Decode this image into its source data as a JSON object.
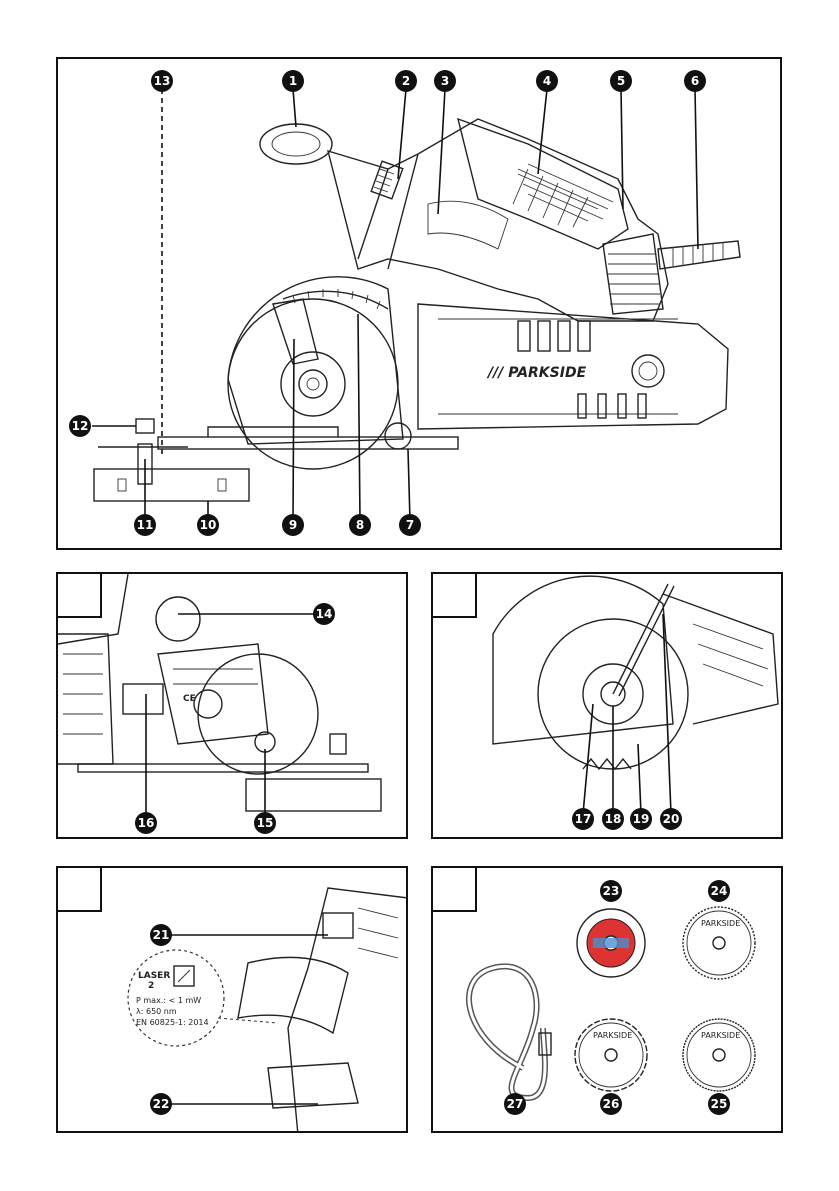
{
  "panel_main": {
    "brand_logo": "/// PARKSIDE",
    "callouts": [
      "1",
      "2",
      "3",
      "4",
      "5",
      "6",
      "7",
      "8",
      "9",
      "10",
      "11",
      "12",
      "13"
    ]
  },
  "panel_a": {
    "callouts": [
      "14",
      "15",
      "16"
    ],
    "ce_mark": "CE"
  },
  "panel_b": {
    "callouts": [
      "17",
      "18",
      "19",
      "20"
    ]
  },
  "panel_c": {
    "callouts": [
      "21",
      "22"
    ],
    "laser_label": {
      "title": "LASER",
      "class": "2",
      "power": "P max.: < 1 mW",
      "wavelength": "λ: 650 nm",
      "standard": "EN 60825-1: 2014"
    }
  },
  "panel_d": {
    "callouts": [
      "23",
      "24",
      "25",
      "26",
      "27"
    ],
    "blade_brand": "PARKSIDE"
  }
}
